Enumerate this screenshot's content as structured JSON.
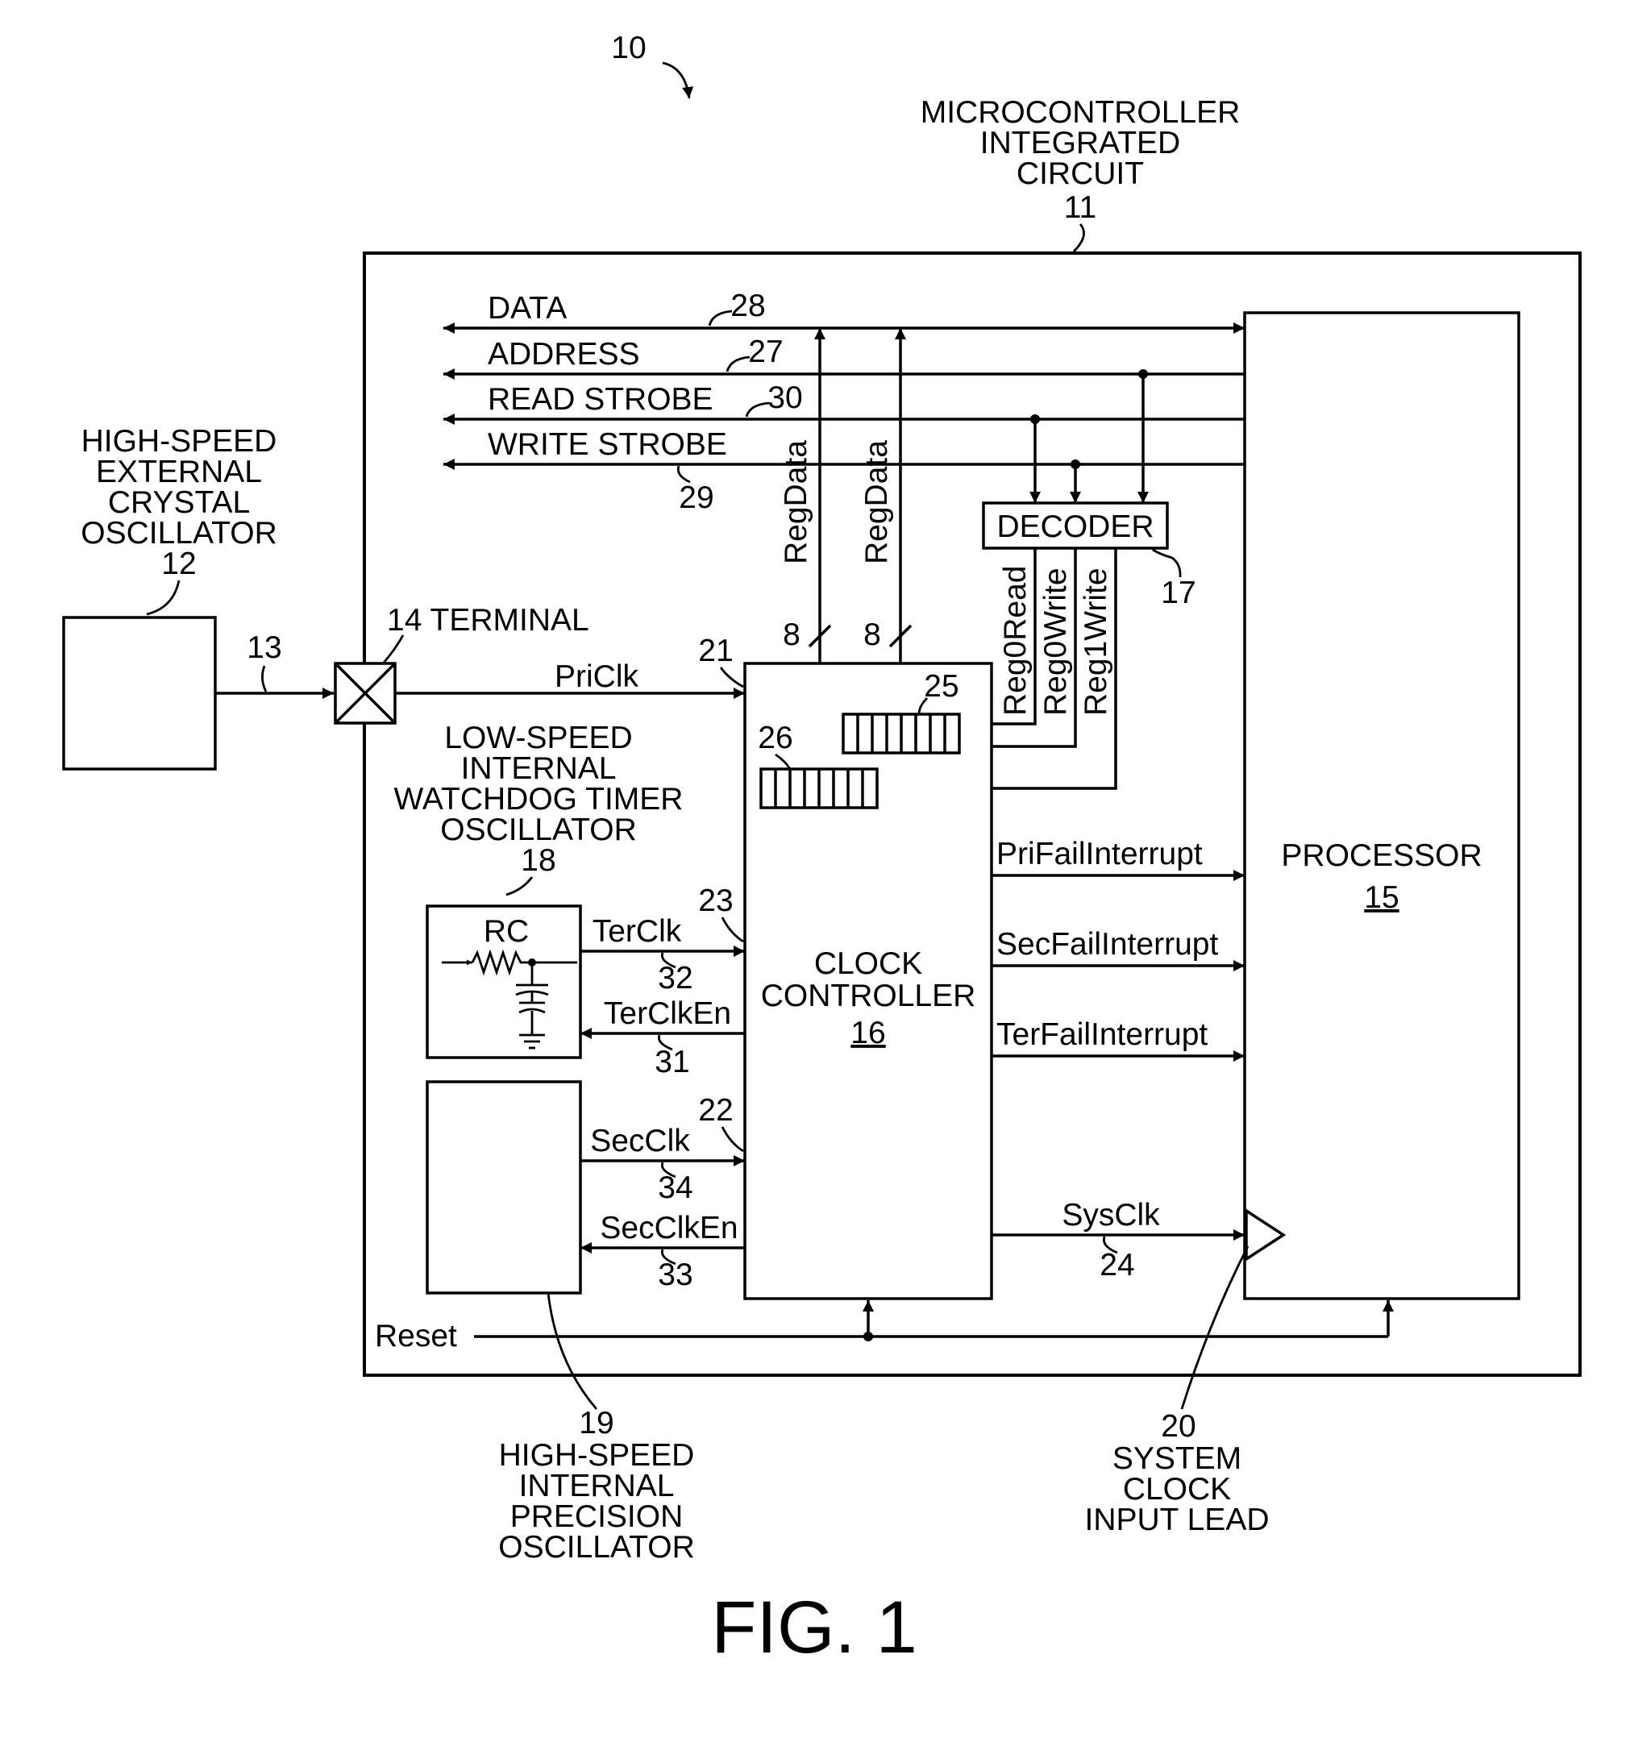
{
  "figure_ref": "10",
  "figure_caption": "FIG. 1",
  "chip": {
    "title_lines": [
      "MICROCONTROLLER",
      "INTEGRATED",
      "CIRCUIT"
    ],
    "ref": "11"
  },
  "ext_osc": {
    "title_lines": [
      "HIGH-SPEED",
      "EXTERNAL",
      "CRYSTAL",
      "OSCILLATOR"
    ],
    "ref": "12"
  },
  "ref13": "13",
  "terminal": {
    "label": "14 TERMINAL"
  },
  "bus": {
    "data": {
      "label": "DATA",
      "ref": "28"
    },
    "address": {
      "label": "ADDRESS",
      "ref": "27"
    },
    "read": {
      "label": "READ STROBE",
      "ref": "30"
    },
    "write": {
      "label": "WRITE STROBE",
      "ref": "29"
    }
  },
  "regdata": {
    "label": "RegData",
    "width": "8"
  },
  "decoder": {
    "label": "DECODER",
    "ref": "17",
    "outputs": [
      "Reg0Read",
      "Reg0Write",
      "Reg1Write"
    ]
  },
  "reg25": "25",
  "reg26": "26",
  "priclk": {
    "label": "PriClk",
    "ref": "21"
  },
  "lsosc": {
    "title_lines": [
      "LOW-SPEED",
      "INTERNAL",
      "WATCHDOG TIMER",
      "OSCILLATOR"
    ],
    "ref": "18",
    "rc": "RC"
  },
  "terclk": {
    "label": "TerClk",
    "ref": "32",
    "pin": "23"
  },
  "terclken": {
    "label": "TerClkEn",
    "ref": "31"
  },
  "secclk": {
    "label": "SecClk",
    "ref": "34",
    "pin": "22"
  },
  "secclken": {
    "label": "SecClkEn",
    "ref": "33"
  },
  "clock_controller": {
    "lines": [
      "CLOCK",
      "CONTROLLER"
    ],
    "ref": "16"
  },
  "processor": {
    "label": "PROCESSOR",
    "ref": "15"
  },
  "interrupts": [
    "PriFailInterrupt",
    "SecFailInterrupt",
    "TerFailInterrupt"
  ],
  "sysclk": {
    "label": "SysClk",
    "ref": "24"
  },
  "reset": "Reset",
  "hsosc": {
    "ref": "19",
    "title_lines": [
      "HIGH-SPEED",
      "INTERNAL",
      "PRECISION",
      "OSCILLATOR"
    ]
  },
  "sysclk_lead": {
    "ref": "20",
    "title_lines": [
      "SYSTEM",
      "CLOCK",
      "INPUT LEAD"
    ]
  }
}
